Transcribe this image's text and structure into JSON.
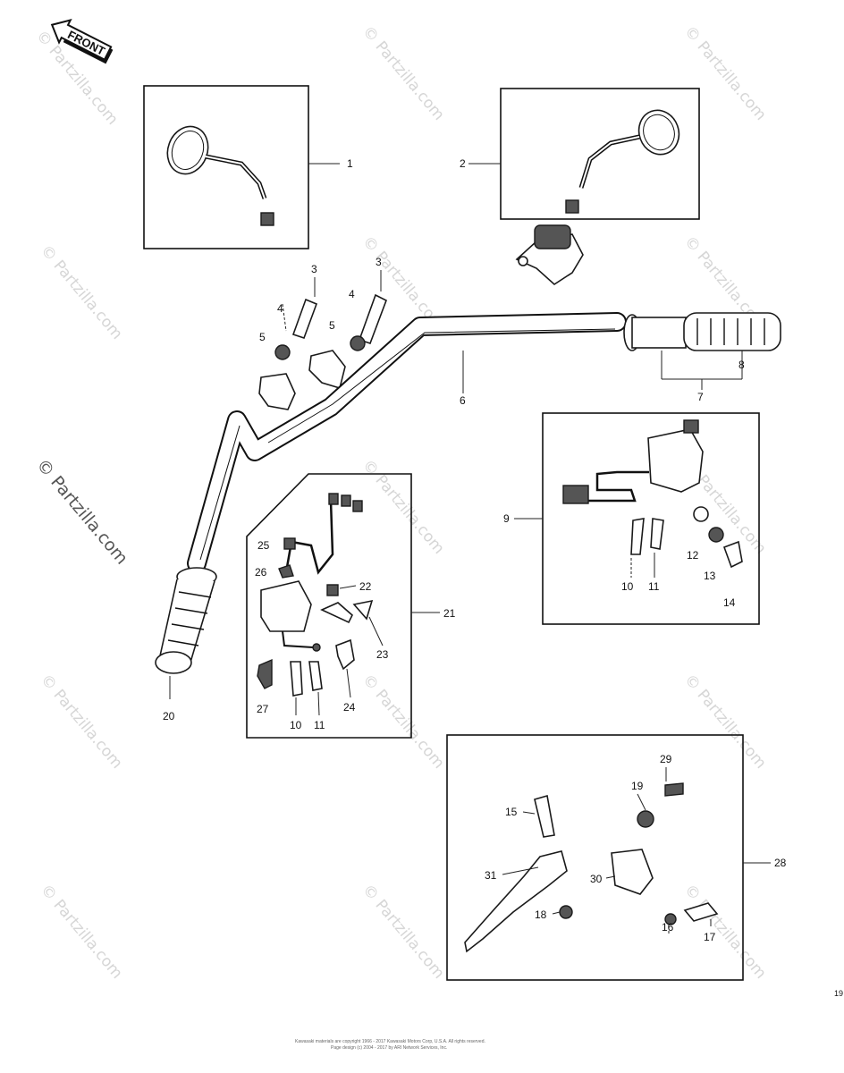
{
  "front_label": "FRONT",
  "watermark_text": "© Partzilla.com",
  "corner_mark": "19",
  "footer": {
    "line1": "Kawasaki materials are copyright 1966 - 2017 Kawasaki Motors Corp, U.S.A. All rights reserved.",
    "line2": "Page design (c) 2004 - 2017 by ARI Network Services, Inc."
  },
  "callouts": {
    "c1": "1",
    "c2": "2",
    "c3a": "3",
    "c3b": "3",
    "c4a": "4",
    "c4b": "4",
    "c5a": "5",
    "c5b": "5",
    "c6": "6",
    "c7": "7",
    "c8": "8",
    "c9": "9",
    "c10a": "10",
    "c11a": "11",
    "c12": "12",
    "c13": "13",
    "c14": "14",
    "c15": "15",
    "c16": "16",
    "c17": "17",
    "c18": "18",
    "c19": "19",
    "c20": "20",
    "c21": "21",
    "c22": "22",
    "c23": "23",
    "c24": "24",
    "c25": "25",
    "c26": "26",
    "c27": "27",
    "c28": "28",
    "c29": "29",
    "c30": "30",
    "c31": "31",
    "c10b": "10",
    "c11b": "11"
  },
  "colors": {
    "ink": "#111111",
    "watermark": "#d6d6d6",
    "background": "#ffffff"
  }
}
